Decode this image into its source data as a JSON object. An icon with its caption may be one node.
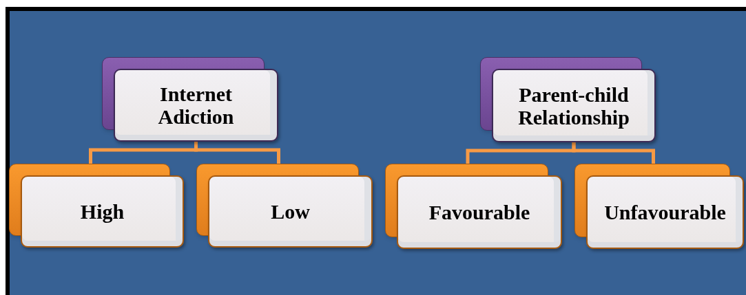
{
  "diagram": {
    "nodes": [
      {
        "text": [
          "Internet Adiction"
        ]
      },
      {
        "text": [
          "High"
        ]
      },
      {
        "text": [
          "Low"
        ]
      },
      {
        "text": [
          "Parent-child Relationship"
        ]
      },
      {
        "text": [
          "Favourable"
        ]
      },
      {
        "text": [
          "Unfavourable"
        ]
      }
    ],
    "edges": [
      {
        "from": 0,
        "to": 1,
        "arrow": "none"
      },
      {
        "from": 0,
        "to": 2,
        "arrow": "none"
      },
      {
        "from": 3,
        "to": 4,
        "arrow": "none"
      },
      {
        "from": 3,
        "to": 5,
        "arrow": "none"
      }
    ]
  }
}
